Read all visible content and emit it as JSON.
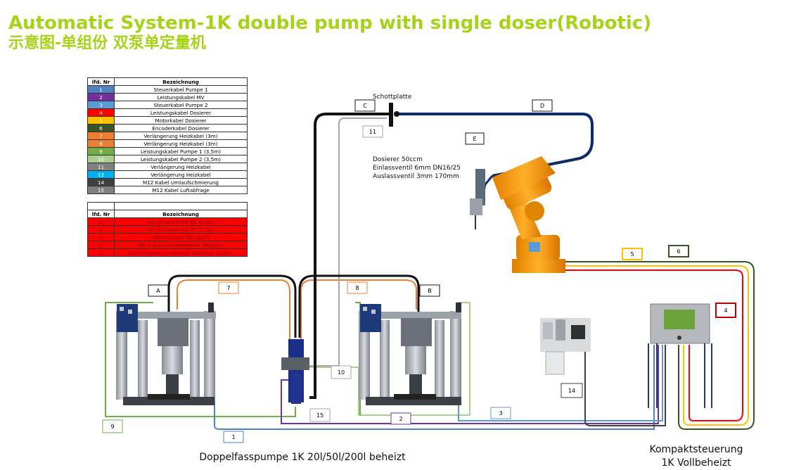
{
  "title": "Automatic System-1K double pump with single doser(Robotic)",
  "subtitle": "示意图-单组份 双泵单定量机",
  "cable_table": {
    "col_nr": "lfd. Nr",
    "col_name": "Bezeichnung",
    "rows": [
      {
        "nr": "1",
        "name": "Steuerkabel Pumpe 1",
        "color": "#4f81bd"
      },
      {
        "nr": "2",
        "name": "Leistungskabel MV",
        "color": "#7030a0"
      },
      {
        "nr": "3",
        "name": "Steuerkabel Pumpe 2",
        "color": "#5b9bd5"
      },
      {
        "nr": "4",
        "name": "Leistungskabel Dosierer",
        "color": "#ff0000"
      },
      {
        "nr": "5",
        "name": "Motorkabel Dosierer",
        "color": "#ffc000"
      },
      {
        "nr": "6",
        "name": "Encoderkabel Dosierer",
        "color": "#375623"
      },
      {
        "nr": "7",
        "name": "Verlängerung Heizkabel (3m)",
        "color": "#ed7d31"
      },
      {
        "nr": "8",
        "name": "Verlängerung Heizkabel (3m)",
        "color": "#ed7d31"
      },
      {
        "nr": "9",
        "name": "Leistungskabel Pumpe 1 (3,5m)",
        "color": "#70ad47"
      },
      {
        "nr": "10",
        "name": "Leistungskabel Pumpe 2 (3,5m)",
        "color": "#a9d08e"
      },
      {
        "nr": "11",
        "name": "Verlängerung Heizkabel",
        "color": "#808080"
      },
      {
        "nr": "12",
        "name": "Verlängerung Heizkabel",
        "color": "#00b0f0"
      },
      {
        "nr": "14",
        "name": "M12 Kabel Umlaufschmierung",
        "color": "#404040"
      },
      {
        "nr": "15",
        "name": "M12 Kabel Luftabfrage",
        "color": "#808080"
      }
    ]
  },
  "hose_table": {
    "col_nr": "lfd. Nr",
    "col_name": "Bezeichnung",
    "rows": [
      {
        "nr": "A",
        "name": "HD-Schlauch DN 25 (2,5m)"
      },
      {
        "nr": "B",
        "name": "HD-Schlauch DN 25 (2,5m)"
      },
      {
        "nr": "C",
        "name": "HD-Schlauch DN 16/25"
      },
      {
        "nr": "D",
        "name": "HD-Schlauch Dynamisch DN16/25"
      },
      {
        "nr": "E",
        "name": "HD-Schlauch Dynamisch DN16/25 (2,5m)"
      }
    ]
  },
  "labels": {
    "schottplatte": "Schottplatte",
    "dosierer_line1": "Dosierer 50ccm",
    "dosierer_line2": "Einlassventil 6mm DN16/25",
    "dosierer_line3": "Auslassventil 3mm 170mm",
    "pump_caption": "Doppelfasspumpe 1K 20l/50l/200l beheizt",
    "controller_caption_line1": "Kompaktsteuerung",
    "controller_caption_line2": "1K Vollbeheizt"
  },
  "tags": {
    "A": "A",
    "B": "B",
    "C": "C",
    "D": "D",
    "E": "E",
    "t1": "1",
    "t2": "2",
    "t3": "3",
    "t4": "4",
    "t5": "5",
    "t6": "6",
    "t7": "7",
    "t8": "8",
    "t9": "9",
    "t10": "10",
    "t11": "11",
    "t14": "14",
    "t15": "15"
  },
  "colors": {
    "title": "#a6d218",
    "hose_black": "#111111",
    "hose_navy": "#0d2a6b",
    "robot_orange": "#f39200",
    "table_red": "#ff0000"
  }
}
